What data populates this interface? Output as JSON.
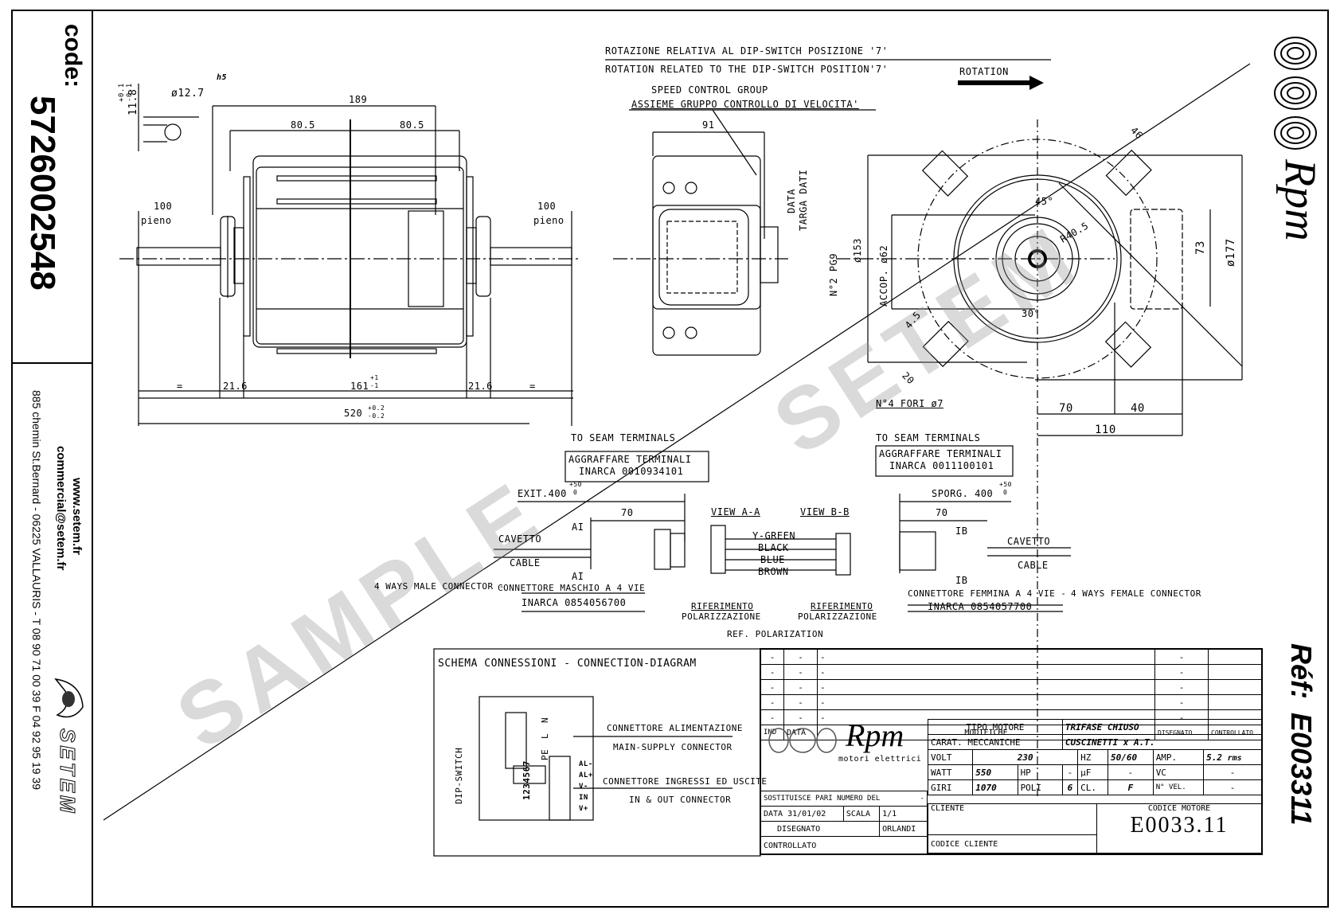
{
  "sidebar": {
    "code_label": "code:",
    "code_value": "5726002548",
    "website": "www.setem.fr",
    "email": "commercial@setem.fr",
    "address": "885 chemin St.Bernard - 06225 VALLAURIS - T 08 90 71 00 39  F 04 92 95 19 39",
    "brand": "SETEM"
  },
  "right_strip": {
    "brand": "Rpm",
    "ref_label": "Réf:",
    "ref_value": "E003311"
  },
  "watermark": {
    "text1": "SAMPLE",
    "text2": "SETEM"
  },
  "side_view": {
    "shaft_diameter": "ø12.7",
    "shaft_tolerance": "h5",
    "flat_dim": "11.8",
    "flat_tol_upper": "+0.1",
    "flat_tol_lower": "-0.1",
    "overall_flange": "189",
    "half_left": "80.5",
    "half_right": "80.5",
    "shaft_left_len": "100",
    "shaft_right_len": "100",
    "shaft_left_note": "pieno",
    "shaft_right_note": "pieno",
    "equal_left": "=",
    "equal_right": "=",
    "hub_left": "21.6",
    "hub_right": "21.6",
    "body_len": "161",
    "body_tol_upper": "+1",
    "body_tol_lower": "-1",
    "total_len": "520",
    "total_tol_upper": "+0.2",
    "total_tol_lower": "-0.2"
  },
  "rotation_note": {
    "line1": "ROTAZIONE RELATIVA AL DIP-SWITCH POSIZIONE '7'",
    "line2": "ROTATION RELATED TO THE DIP-SWITCH POSITION'7'",
    "arrow_label": "ROTATION"
  },
  "speed_control": {
    "line1": "SPEED CONTROL GROUP",
    "line2": "ASSIEME GRUPPO CONTROLLO DI VELOCITA'",
    "width": "91",
    "data_label1": "DATA",
    "data_label2": "TARGA DATI",
    "glands": "N°2 PG9"
  },
  "front_view": {
    "dim_46": "46",
    "angle_45": "45°",
    "radius": "R40.5",
    "accop": "ACCOP. ø62",
    "dia_153": "ø153",
    "dim_73": "73",
    "dia_177": "ø177",
    "angle_30": "30°",
    "dim_45": "4.5",
    "dim_20": "20",
    "holes": "N°4 FORI ø7",
    "dim_70": "70",
    "dim_40": "40",
    "dim_110": "110"
  },
  "left_cable": {
    "seam": "TO SEAM TERMINALS",
    "crimp1": "AGGRAFFARE TERMINALI",
    "crimp2": "INARCA 0010934101",
    "exit": "EXIT.400",
    "exit_tol_upper": "+50",
    "exit_tol_lower": "0",
    "dim_70": "70",
    "section": "AI",
    "cavetto": "CAVETTO",
    "cable": "CABLE",
    "conn_en": "4 WAYS MALE CONNECTOR -",
    "conn_it": "CONNETTORE MASCHIO A 4 VIE",
    "conn_code": "INARCA 0854056700"
  },
  "views": {
    "view_a": "VIEW A-A",
    "view_b": "VIEW B-B",
    "wires": [
      "Y-GREEN",
      "BLACK",
      "BLUE",
      "BROWN"
    ],
    "ref1a": "RIFERIMENTO",
    "ref1b": "POLARIZZAZIONE",
    "ref2a": "RIFERIMENTO",
    "ref2b": "POLARIZZAZIONE",
    "ref_en": "REF. POLARIZATION"
  },
  "right_cable": {
    "seam": "TO SEAM TERMINALS",
    "crimp1": "AGGRAFFARE TERMINALI",
    "crimp2": "INARCA 0011100101",
    "sporg": "SPORG. 400",
    "sporg_tol_upper": "+50",
    "sporg_tol_lower": "0",
    "dim_70": "70",
    "section": "IB",
    "cavetto": "CAVETTO",
    "cable": "CABLE",
    "conn_it": "CONNETTORE FEMMINA A 4 VIE -",
    "conn_en": "4 WAYS FEMALE CONNECTOR",
    "conn_code": "INARCA 0854057700"
  },
  "schema": {
    "title": "SCHEMA CONNESSIONI - CONNECTION-DIAGRAM",
    "supply_it": "CONNETTORE ALIMENTAZIONE",
    "supply_en": "MAIN-SUPPLY CONNECTOR",
    "io_it": "CONNETTORE INGRESSI ED USCITE",
    "io_en": "IN & OUT CONNECTOR",
    "dip_label": "DIP-SWITCH",
    "dip_positions": "1234567",
    "supply_pins": [
      "N",
      "L",
      "PE"
    ],
    "io_pins": [
      "AL-",
      "AL+",
      "V-",
      "IN",
      "V+"
    ]
  },
  "revisions": {
    "rows": [
      {
        "ind": "-",
        "data": "-",
        "mod": "-",
        "dis": "-"
      },
      {
        "ind": "-",
        "data": "-",
        "mod": "-",
        "dis": "-"
      },
      {
        "ind": "-",
        "data": "-",
        "mod": "-",
        "dis": "-"
      },
      {
        "ind": "-",
        "data": "-",
        "mod": "-",
        "dis": "-"
      },
      {
        "ind": "-",
        "data": "-",
        "mod": "-",
        "dis": "-"
      }
    ],
    "headers": {
      "ind": "IND",
      "data": "DATA",
      "mod": "MODIFICHE",
      "dis": "DISEGNATO",
      "ctrl": "CONTROLLATO"
    }
  },
  "title_block": {
    "logo": "Rpm",
    "logo_sub": "motori elettrici",
    "tipo_label": "TIPO MOTORE",
    "tipo_value": "TRIFASE CHIUSO",
    "carat_label": "CARAT. MECCANICHE",
    "carat_value": "CUSCINETTI x A.T.",
    "volt_label": "VOLT",
    "volt_value": "230",
    "hz_label": "HZ",
    "hz_value": "50/60",
    "amp_label": "AMP.",
    "amp_value": "5.2",
    "amp_unit": "rms",
    "watt_label": "WATT",
    "watt_value": "550",
    "hp_label": "HP",
    "hp_value": "-",
    "uf_label": "µF",
    "uf_value": "-",
    "vc_label": "VC",
    "vc_value": "-",
    "giri_label": "GIRI",
    "giri_value": "1070",
    "poli_label": "POLI",
    "poli_value": "6",
    "cl_label": "CL.",
    "cl_value": "F",
    "nvel_label": "N° VEL.",
    "nvel_value": "-",
    "sost_label": "SOSTITUISCE PARI NUMERO DEL",
    "sost_value": "-",
    "data_label": "DATA",
    "data_value": "31/01/02",
    "scala_label": "SCALA",
    "scala_value": "1/1",
    "disegnato_label": "DISEGNATO",
    "disegnato_value": "ORLANDI",
    "controllato_label": "CONTROLLATO",
    "cliente_label": "CLIENTE",
    "codice_cliente_label": "CODICE CLIENTE",
    "codice_motore_label": "CODICE MOTORE",
    "codice_motore_value": "E0033.11"
  }
}
